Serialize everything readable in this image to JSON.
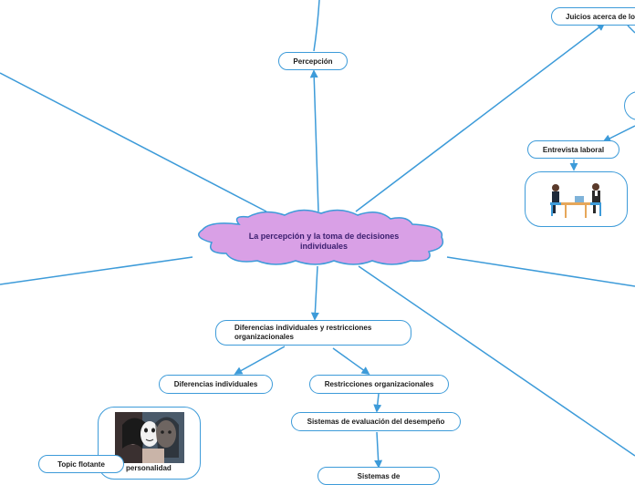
{
  "central": {
    "title": "La percepción y la toma de decisiones individuales"
  },
  "nodes": {
    "percepcion": "Percepción",
    "juicios": "Juicios acerca de los",
    "entrevista": "Entrevista laboral",
    "diferencias_restricciones": "Diferencias individuales y restricciones organizacionales",
    "diferencias_individuales": "Diferencias individuales",
    "restricciones": "Restricciones organizacionales",
    "sistemas_evaluacion": "Sistemas de evaluación del desempeño",
    "sistemas_bottom": "Sistemas de",
    "topic_flotante": "Topic flotante",
    "personalidad": "personalidad"
  },
  "colors": {
    "line": "#3d9bd9",
    "central_fill": "#d9a0e6",
    "central_stroke": "#3d9bd9",
    "central_text": "#3a1e6e"
  },
  "icons": {
    "interview_image": "interview-illustration",
    "masks_image": "masks-photo"
  }
}
